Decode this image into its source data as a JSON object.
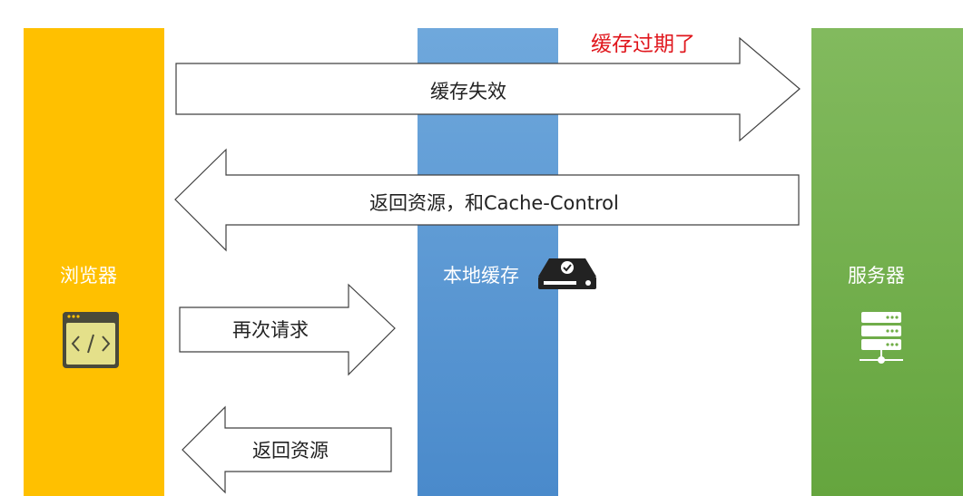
{
  "columns": {
    "browser": {
      "label": "浏览器",
      "icon": "browser-code-icon",
      "color": "#FFC000"
    },
    "local_cache": {
      "label": "本地缓存",
      "icon": "hard-disk-icon",
      "color": "#5B9BD5"
    },
    "server": {
      "label": "服务器",
      "icon": "server-rack-icon",
      "color": "#70AD47"
    }
  },
  "arrows": {
    "cache_invalid": {
      "text": "缓存失效",
      "direction": "right"
    },
    "return_resource_cache_control": {
      "text": "返回资源，和Cache-Control",
      "direction": "left"
    },
    "request_again": {
      "text": "再次请求",
      "direction": "right"
    },
    "return_resource": {
      "text": "返回资源",
      "direction": "left"
    }
  },
  "note": {
    "text": "缓存过期了",
    "color": "#E0161C"
  }
}
